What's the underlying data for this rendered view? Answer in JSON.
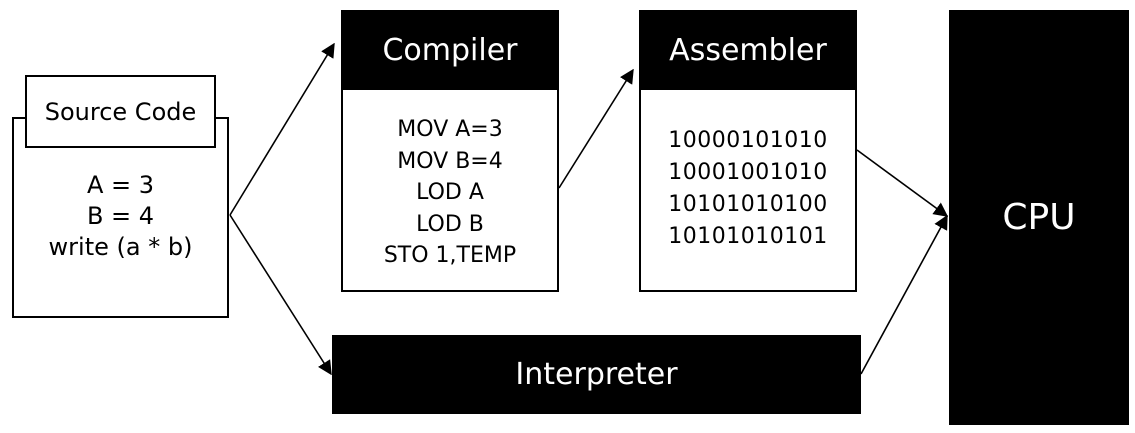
{
  "source": {
    "title": "Source Code",
    "lines": [
      "A = 3",
      "B = 4",
      "write (a * b)"
    ]
  },
  "compiler": {
    "title": "Compiler",
    "lines": [
      "MOV A=3",
      "MOV B=4",
      "LOD A",
      "LOD B",
      "STO 1,TEMP"
    ]
  },
  "assembler": {
    "title": "Assembler",
    "lines": [
      "10000101010",
      "10001001010",
      "10101010100",
      "10101010101"
    ]
  },
  "interpreter": {
    "label": "Interpreter"
  },
  "cpu": {
    "label": "CPU"
  },
  "colors": {
    "block_fill": "#000000",
    "block_text": "#ffffff",
    "line": "#000000"
  }
}
